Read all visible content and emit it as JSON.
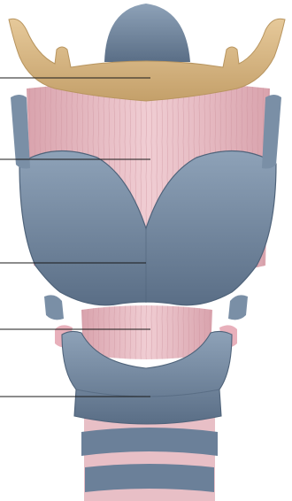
{
  "diagram": {
    "subject": "larynx-anterior-view",
    "colors": {
      "cartilage": "#6b8099",
      "cartilage_light": "#8ea2b8",
      "cartilage_dark": "#4f637a",
      "bone": "#d8b98a",
      "bone_dark": "#b8955f",
      "muscle": "#e8bfc6",
      "muscle_dark": "#d9a3ad",
      "pointer": "#1a1a1a",
      "background": "#ffffff"
    },
    "pointers": [
      {
        "target": "hyoid-bone"
      },
      {
        "target": "thyrohyoid-membrane"
      },
      {
        "target": "thyroid-cartilage"
      },
      {
        "target": "cricothyroid-ligament"
      },
      {
        "target": "cricoid-cartilage"
      }
    ]
  }
}
